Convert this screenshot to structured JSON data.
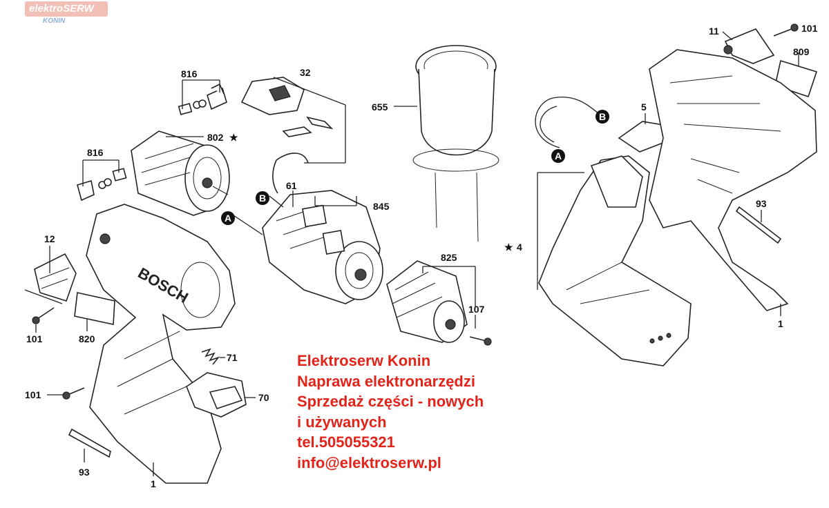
{
  "watermark": {
    "brand": "elektroSERW",
    "city": "KONIN"
  },
  "parts": {
    "p816a": "816",
    "p816b": "816",
    "p802": "802",
    "p32": "32",
    "p655": "655",
    "p61": "61",
    "p845": "845",
    "p825": "825",
    "p107": "107",
    "p12": "12",
    "p101a": "101",
    "p820": "820",
    "p101b": "101",
    "p71": "71",
    "p70": "70",
    "p93a": "93",
    "p1a": "1",
    "p11": "11",
    "p101c": "101",
    "p809": "809",
    "p5": "5",
    "p4": "4",
    "p93b": "93",
    "p1b": "1"
  },
  "markers": {
    "a": "A",
    "b": "B"
  },
  "star": "★",
  "ad": {
    "line1": "Elektroserw Konin",
    "line2": "Naprawa elektronarzędzi",
    "line3": "Sprzedaż części - nowych",
    "line4": "i używanych",
    "line5": "tel.505055321",
    "line6": "info@elektroserw.pl"
  }
}
